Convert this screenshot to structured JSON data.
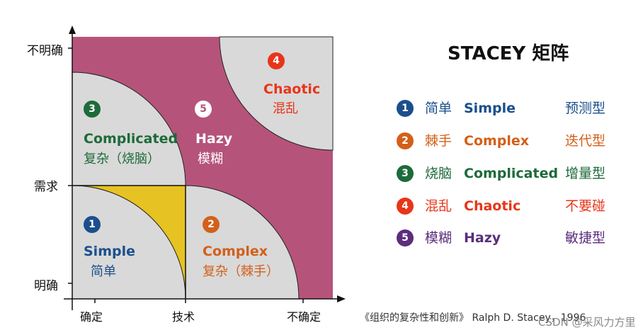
{
  "axes": {
    "y_labels": {
      "top": "不明确",
      "mid": "需求",
      "bottom": "明确"
    },
    "x_labels": {
      "left": "确定",
      "mid": "技术",
      "right": "不确定"
    }
  },
  "quadrants": {
    "simple": {
      "num": "1",
      "title": "Simple",
      "subtitle": "简单"
    },
    "complex": {
      "num": "2",
      "title": "Complex",
      "subtitle": "复杂（棘手）"
    },
    "complicated": {
      "num": "3",
      "title": "Complicated",
      "subtitle": "复杂（烧脑）"
    },
    "chaotic": {
      "num": "4",
      "title": "Chaotic",
      "subtitle": "混乱"
    },
    "hazy": {
      "num": "5",
      "title": "Hazy",
      "subtitle": "模糊"
    }
  },
  "legend": {
    "title": "STACEY 矩阵",
    "items": [
      {
        "num": "1",
        "cn": "简单",
        "en": "Simple",
        "type": "预测型",
        "color": "#1b4f8c"
      },
      {
        "num": "2",
        "cn": "棘手",
        "en": "Complex",
        "type": "迭代型",
        "color": "#d2601a"
      },
      {
        "num": "3",
        "cn": "烧脑",
        "en": "Complicated",
        "type": "增量型",
        "color": "#1d6b3a"
      },
      {
        "num": "4",
        "cn": "混乱",
        "en": "Chaotic",
        "type": "不要碰",
        "color": "#e8351a"
      },
      {
        "num": "5",
        "cn": "模糊",
        "en": "Hazy",
        "type": "敏捷型",
        "color": "#5b2d7c"
      }
    ]
  },
  "colors": {
    "background": "#b6537a",
    "region_gray": "#d9d9d9",
    "region_yellow": "#e6c322",
    "simple": "#1b4f8c",
    "complex": "#d2601a",
    "complicated": "#1d6b3a",
    "chaotic": "#e8351a",
    "hazy": "#ffffff"
  },
  "citation": "《组织的复杂性和创新》 Ralph D. Stacey，1996",
  "watermark": "CSDN @采风力方里"
}
